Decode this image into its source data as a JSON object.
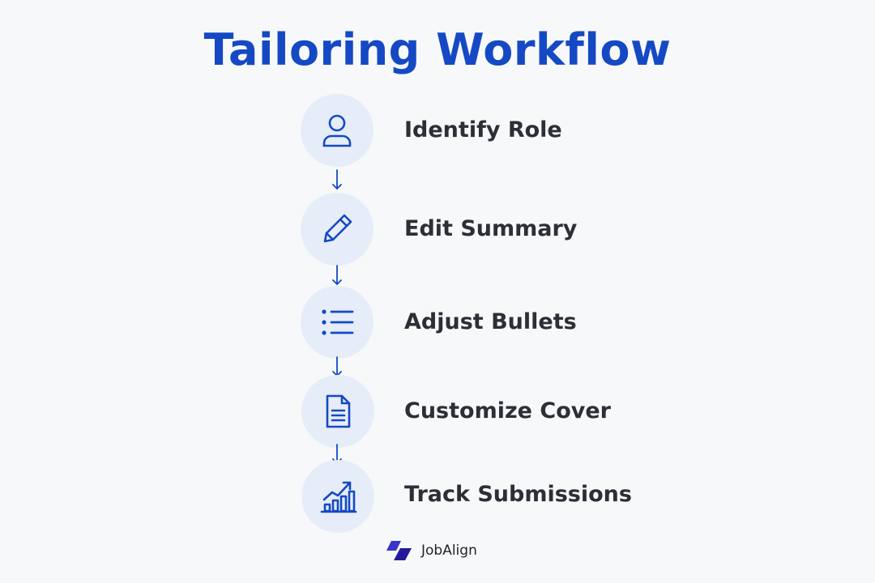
{
  "title": "Tailoring Workflow",
  "steps": [
    {
      "label": "Identify Role",
      "icon": "person-icon"
    },
    {
      "label": "Edit Summary",
      "icon": "pencil-icon"
    },
    {
      "label": "Adjust Bullets",
      "icon": "bulleted-list-icon"
    },
    {
      "label": "Customize Cover",
      "icon": "document-icon"
    },
    {
      "label": "Track Submissions",
      "icon": "growth-chart-icon"
    }
  ],
  "brand": {
    "name": "JobAlign",
    "logo": "jobalign-logo"
  },
  "colors": {
    "accent": "#1549c4",
    "circle": "#e6edf8",
    "text": "#2b2f36",
    "background": "#f7f8fa"
  }
}
